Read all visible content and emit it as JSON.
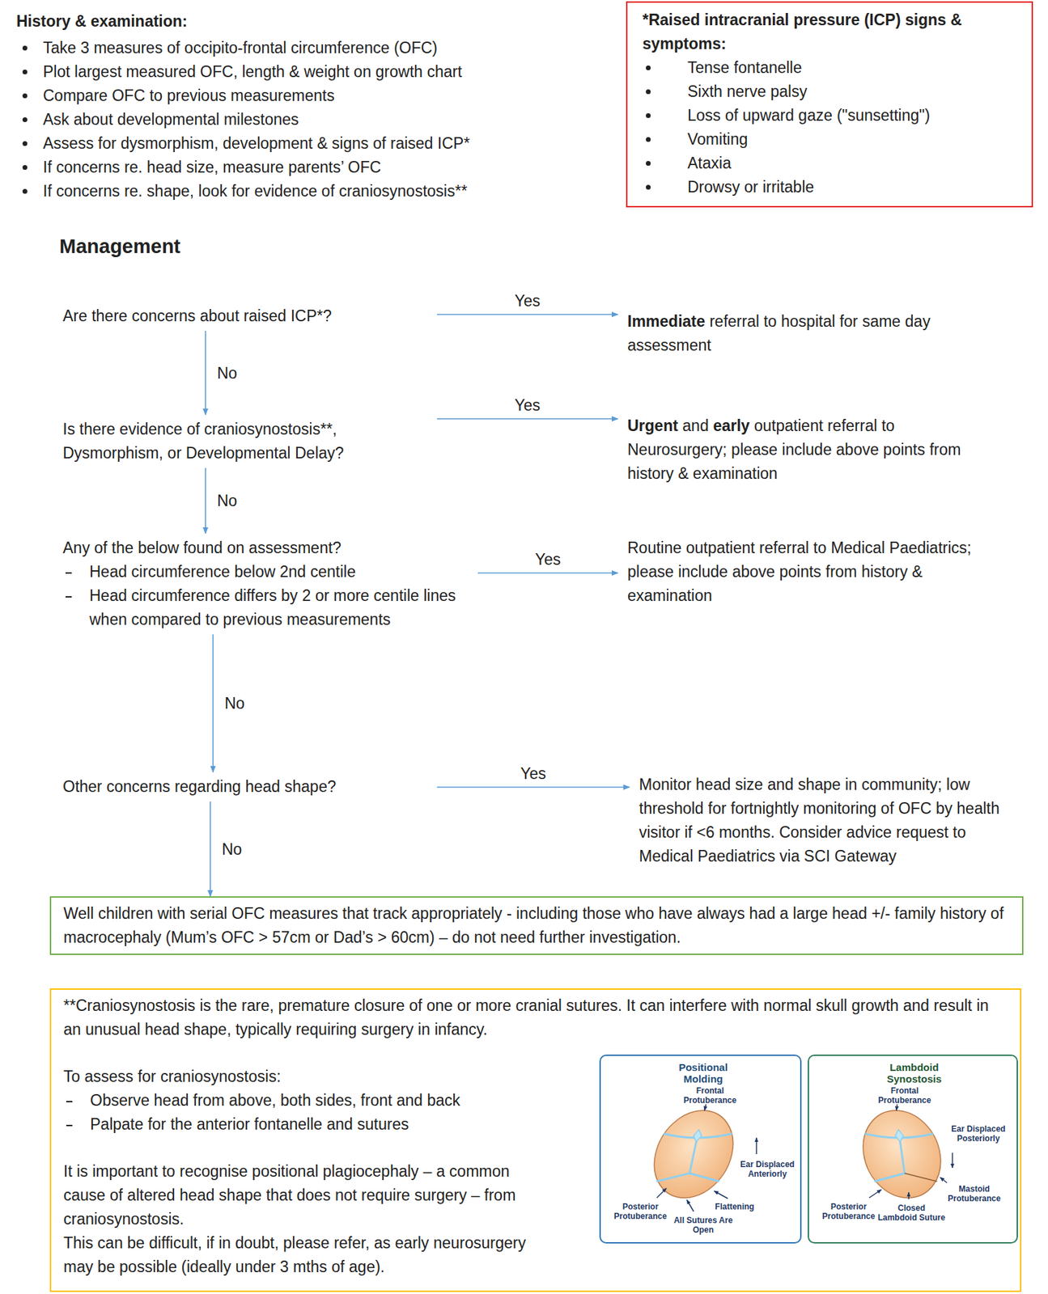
{
  "diagram": {
    "nodes": [
      {
        "text": [
          "*Raised intracranial pressure (ICP) signs & symptoms:",
          "Tense fontanelle",
          "Sixth nerve palsy",
          "Loss of upward gaze (\"sunsetting\")",
          "Vomiting",
          "Ataxia",
          "Drowsy or irritable"
        ]
      },
      {
        "text": [
          "Are there concerns about raised ICP*?"
        ]
      },
      {
        "text": [
          "Immediate",
          "referral to hospital for same day assessment"
        ]
      },
      {
        "text": [
          "Is there evidence of craniosynostosis**, Dysmorphism, or Developmental Delay?"
        ]
      },
      {
        "text": [
          "Urgent",
          "and",
          "early",
          "outpatient referral to Neurosurgery; please include above points from history & examination"
        ]
      },
      {
        "text": [
          "Any of the below found on assessment?",
          "Head circumference below 2nd centile",
          "Head circumference differs by 2 or more centile lines when compared to previous measurements"
        ]
      },
      {
        "text": [
          "Routine outpatient referral to Medical Paediatrics; please include above points from history & examination"
        ]
      },
      {
        "text": [
          "Other concerns regarding head shape?"
        ]
      },
      {
        "text": [
          "Monitor head size and shape in community; low threshold for fortnightly monitoring of OFC by health visitor if <6 months. Consider advice request to Medical Paediatrics via SCI Gateway"
        ]
      },
      {
        "text": [
          "Well children with serial OFC measures that track appropriately - including those who have always had a large head +/- family history of macrocephaly (Mum’s OFC > 57cm or Dad’s > 60cm) – do not need further investigation."
        ]
      },
      {
        "text": [
          "**Craniosynostosis is the rare, premature closure of one or more cranial sutures. It can interfere with normal skull growth and result in an unusual head shape, typically requiring surgery in infancy.",
          "To assess for craniosynostosis:",
          "Observe head from above, both sides, front and back",
          "Palpate for the anterior fontanelle and sutures",
          "It is important to recognise positional plagiocephaly – a common cause of altered head shape that does not require surgery – from craniosynostosis.",
          "This can be difficult, if in doubt, please refer, as early neurosurgery may be possible (ideally under 3 mths of age)."
        ]
      },
      {
        "text": [
          "Positional Molding",
          "Frontal Protuberance",
          "Ear Displaced Anteriorly",
          "Posterior Protuberance",
          "Flattening",
          "All Sutures Are Open"
        ],
        "in": 10
      },
      {
        "text": [
          "Lambdoid Synostosis",
          "Frontal Protuberance",
          "Ear Displaced Posteriorly",
          "Mastoid Protuberance",
          "Posterior Protuberance",
          "Closed Lambdoid Suture"
        ],
        "in": 10
      }
    ],
    "edges": [
      {
        "from": 1,
        "to": 2,
        "label": "Yes",
        "arrow": "to"
      },
      {
        "from": 1,
        "to": 3,
        "label": "No",
        "arrow": "to"
      },
      {
        "from": 3,
        "to": 4,
        "label": "Yes",
        "arrow": "to"
      },
      {
        "from": 3,
        "to": 5,
        "label": "No",
        "arrow": "to"
      },
      {
        "from": 5,
        "to": 6,
        "label": "Yes",
        "arrow": "to"
      },
      {
        "from": 5,
        "to": 7,
        "label": "No",
        "arrow": "to"
      },
      {
        "from": 7,
        "to": 8,
        "label": "Yes",
        "arrow": "to"
      },
      {
        "from": 7,
        "to": 9,
        "label": "No",
        "arrow": "to"
      }
    ],
    "labels": [
      "History & examination:",
      "Take 3 measures of occipito-frontal circumference (OFC)",
      "Plot largest measured OFC, length & weight on growth chart",
      "Compare OFC to previous measurements",
      "Ask about developmental milestones",
      "Assess for dysmorphism, development & signs of raised ICP*",
      "If concerns re. head size, measure parents’ OFC",
      "If concerns re. shape, look for evidence of craniosynostosis**",
      "Management"
    ]
  }
}
